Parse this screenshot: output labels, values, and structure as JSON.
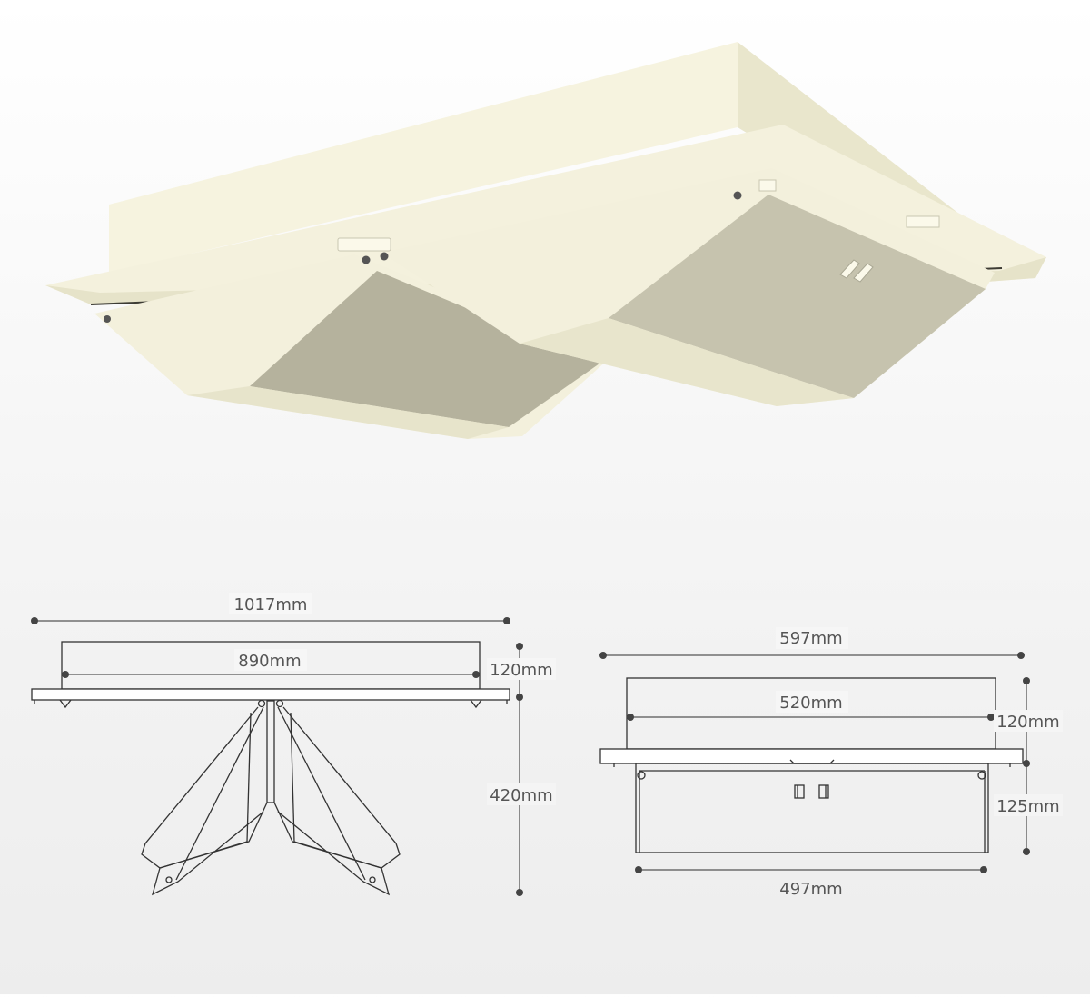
{
  "colors": {
    "product_main": "#f3f0dc",
    "product_shade": "#c9c6b1",
    "product_dark": "#a9a793",
    "line": "#333333",
    "dim": "#555555"
  },
  "front_view": {
    "width_total": "1017mm",
    "width_inner": "890mm",
    "height_box": "120mm",
    "height_open": "420mm"
  },
  "side_view": {
    "width_total": "597mm",
    "width_inner": "520mm",
    "height_box": "120mm",
    "height_lower": "125mm",
    "width_bottom": "497mm"
  }
}
